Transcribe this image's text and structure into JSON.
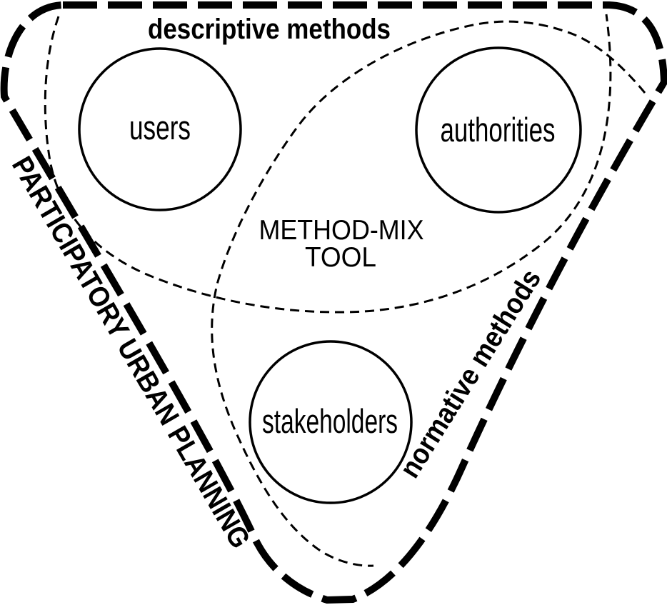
{
  "colors": {
    "background": "#ffffff",
    "ink": "#000000"
  },
  "diagram": {
    "edge_labels": {
      "top": "descriptive methods",
      "left": "PARTICIPATORY URBAN PLANNING",
      "right": "normative methods"
    },
    "nodes": {
      "users": "users",
      "authorities": "authorities",
      "stakeholders": "stakeholders"
    },
    "center": {
      "line1": "METHOD-MIX",
      "line2": "TOOL"
    }
  }
}
